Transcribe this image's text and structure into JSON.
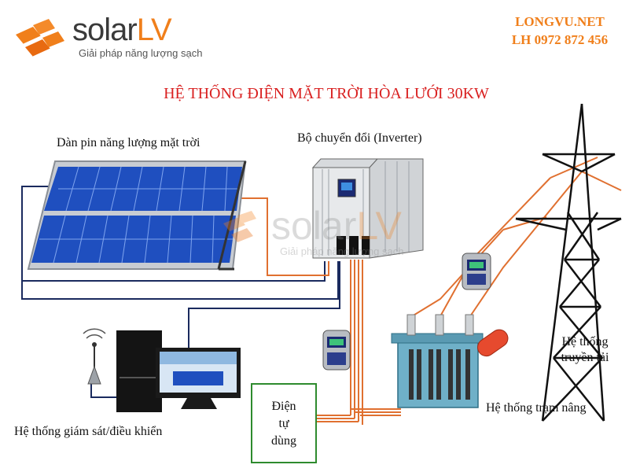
{
  "header": {
    "logo_word": "solar",
    "logo_accent": "LV",
    "tagline": "Giải pháp năng lượng sạch",
    "website": "LONGVU.NET",
    "phone": "LH 0972 872 456"
  },
  "diagram": {
    "title": "HỆ THỐNG ĐIỆN MẶT TRỜI HÒA LƯỚI 30KW",
    "labels": {
      "solar_panels": "Dàn pin năng lượng mặt trời",
      "inverter": "Bộ chuyển đổi (Inverter)",
      "transmission_line1": "Hệ thống",
      "transmission_line2": "truyền tải",
      "substation": "Hệ thống trạm nâng",
      "monitoring": "Hệ thống giám sát/điều khiển",
      "self_use_line1": "Điện",
      "self_use_line2": "tự",
      "self_use_line3": "dùng"
    }
  },
  "colors": {
    "brand_orange": "#f07f1b",
    "title_red": "#d92020",
    "panel_blue": "#1f4fbf",
    "dc_wire": "#1a2a5e",
    "ac_wire": "#e07030",
    "self_use_border": "#2e8b2e"
  }
}
